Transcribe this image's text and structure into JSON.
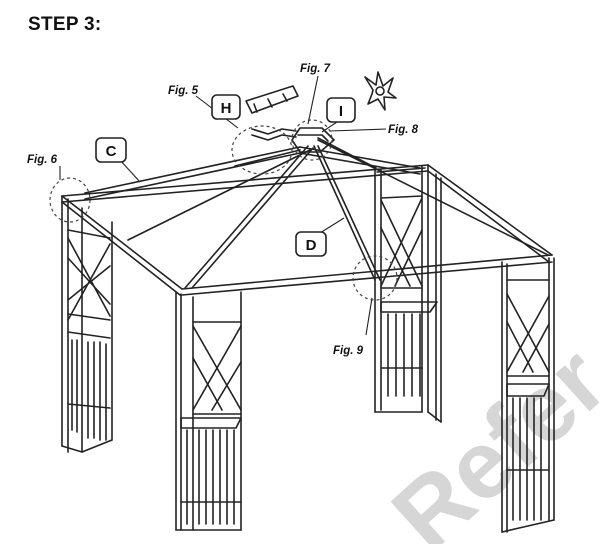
{
  "step_title": "STEP 3:",
  "parts": {
    "C": "C",
    "D": "D",
    "H": "H",
    "I": "I"
  },
  "figures": {
    "fig5": "Fig. 5",
    "fig6": "Fig. 6",
    "fig7": "Fig. 7",
    "fig8": "Fig. 8",
    "fig9": "Fig. 9"
  },
  "watermark": "Refer",
  "colors": {
    "line": "#222222",
    "watermark": "#d6d6d6"
  }
}
